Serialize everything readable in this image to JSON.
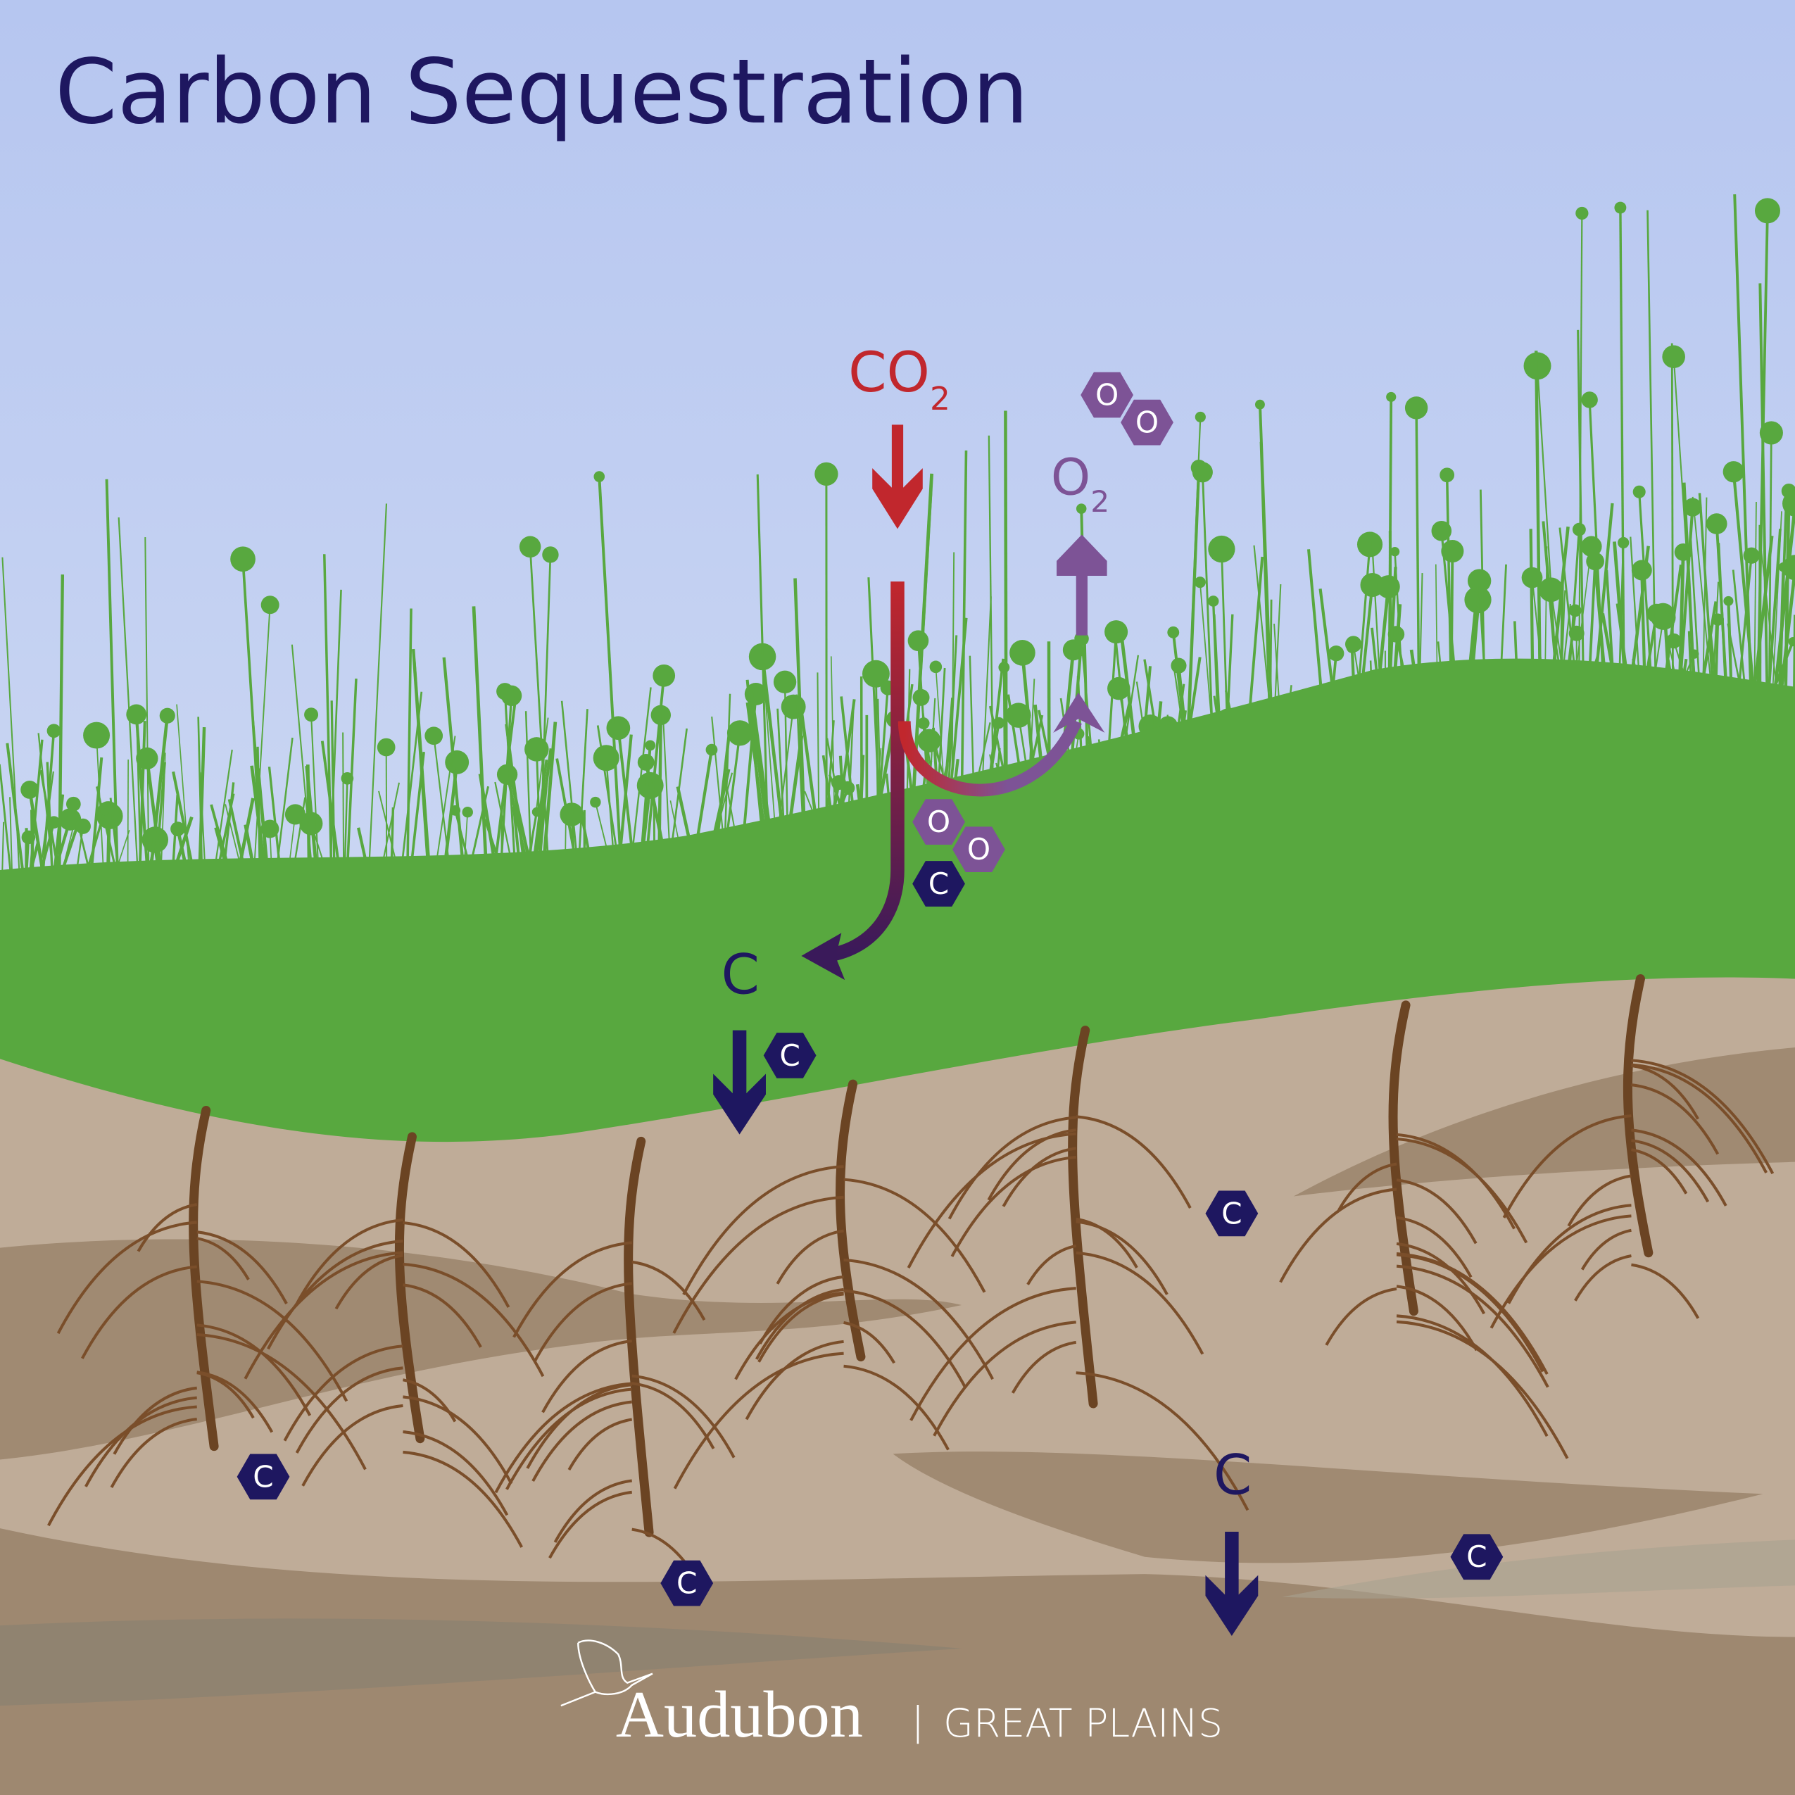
{
  "title": "Carbon Sequestration",
  "labels": {
    "co2_main": "CO",
    "co2_sub": "2",
    "o2_main": "O",
    "o2_sub": "2",
    "carbon_upper": "C",
    "carbon_lower": "C"
  },
  "hex": {
    "carbon": "C",
    "oxygen": "O"
  },
  "logo": {
    "name": "Audubon",
    "divider": "|",
    "region": "GREAT PLAINS"
  },
  "colors": {
    "title": "#1e1760",
    "co2": "#c1272d",
    "o2": "#7d5396",
    "carbon": "#1e1760",
    "grass": "#58a83f",
    "soil": "#bfac98",
    "soil_dark": "#a08a72",
    "root": "#6b4423"
  }
}
